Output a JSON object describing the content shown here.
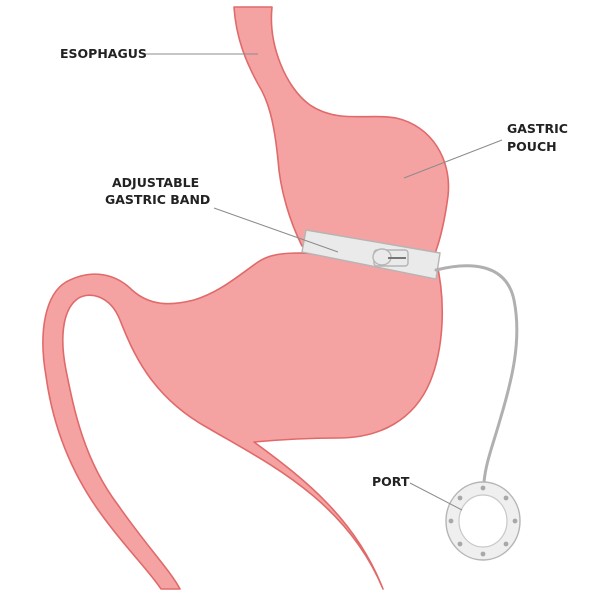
{
  "labels": {
    "esophagus": "ESOPHAGUS",
    "gastric_pouch_1": "GASTRIC",
    "gastric_pouch_2": "POUCH",
    "band_1": "ADJUSTABLE",
    "band_2": "GASTRIC BAND",
    "port": "PORT"
  },
  "colors": {
    "tissue_fill": "#f5a2a2",
    "tissue_stroke": "#e06a6a",
    "band_fill": "#eaeaea",
    "band_stroke": "#b5b5b5",
    "tube": "#b0b0b0",
    "leader": "#8c8c8c",
    "text": "#222222"
  }
}
